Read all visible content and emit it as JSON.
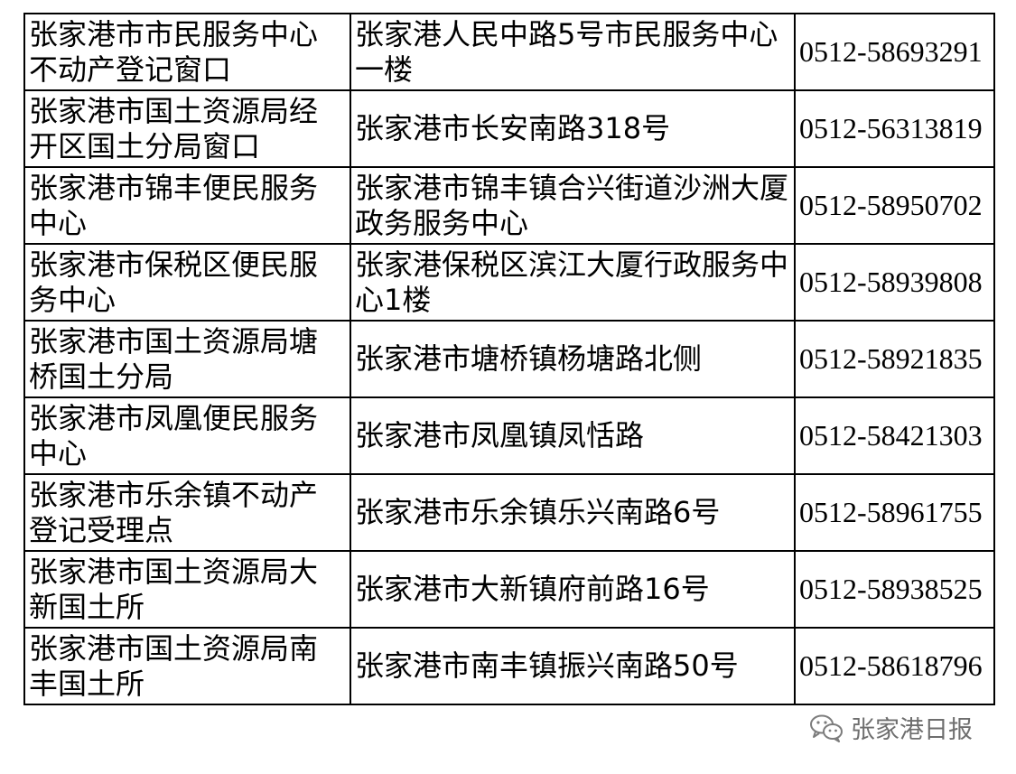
{
  "table": {
    "rows": [
      {
        "name": "张家港市市民服务中心不动产登记窗口",
        "address": "张家港人民中路5号市民服务中心一楼",
        "phone": "0512-58693291"
      },
      {
        "name": "张家港市国土资源局经开区国土分局窗口",
        "address": "张家港市长安南路318号",
        "phone": "0512-56313819"
      },
      {
        "name": "张家港市锦丰便民服务中心",
        "address": "张家港市锦丰镇合兴街道沙洲大厦政务服务中心",
        "phone": "0512-58950702"
      },
      {
        "name": "张家港市保税区便民服务中心",
        "address": "张家港保税区滨江大厦行政服务中心1楼",
        "phone": "0512-58939808"
      },
      {
        "name": "张家港市国土资源局塘桥国土分局",
        "address": "张家港市塘桥镇杨塘路北侧",
        "phone": "0512-58921835"
      },
      {
        "name": "张家港市凤凰便民服务中心",
        "address": "张家港市凤凰镇凤恬路",
        "phone": "0512-58421303"
      },
      {
        "name": "张家港市乐余镇不动产登记受理点",
        "address": "张家港市乐余镇乐兴南路6号",
        "phone": "0512-58961755"
      },
      {
        "name": "张家港市国土资源局大新国土所",
        "address": "张家港市大新镇府前路16号",
        "phone": "0512-58938525"
      },
      {
        "name": "张家港市国土资源局南丰国土所",
        "address": "张家港市南丰镇振兴南路50号",
        "phone": "0512-58618796"
      }
    ]
  },
  "watermark": {
    "icon": "wechat-icon",
    "text": "张家港日报"
  }
}
